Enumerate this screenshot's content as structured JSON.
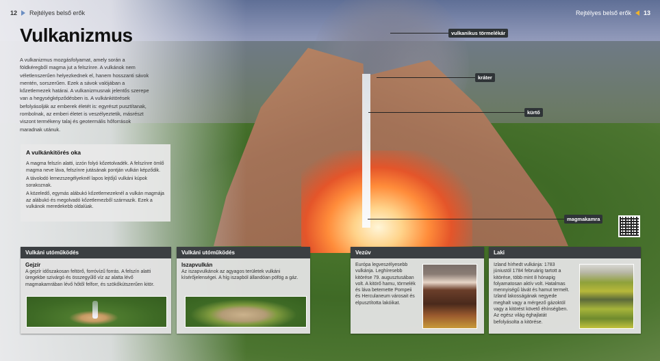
{
  "header": {
    "left": {
      "page_number": "12",
      "section": "Rejtélyes belső erők"
    },
    "right": {
      "page_number": "13",
      "section": "Rejtélyes belső erők"
    }
  },
  "title": "Vulkanizmus",
  "intro": "A vulkanizmus mozgásfolyamat, amely során a földkéregből magma jut a felszínre. A vulkánok nem véletlenszerűen helyezkednek el, hanem hosszanti sávok mentén, sorszerűen. Ezek a sávok valójában a kőzetlemezek határai. A vulkanizmusnak jelentős szerepe van a hegységképződésben is. A vulkánkitörések befolyásolják az emberek életét is: egyrészt pusztítanak, rombolnak, az emberi életet is veszélyeztetik, másrészt viszont termékeny talaj és geotermális hőforrások maradnak utánuk.",
  "cause_box": {
    "title": "A vulkánkitörés oka",
    "paragraphs": [
      "A magma felszín alatti, izzón folyó kőzetolvadék. A felszínre ömlő magma neve láva, felszínre jutásának pontján vulkán képződik.",
      "A távolodó lemezszegélyeknél lapos lejtőjű vulkáni kúpok sorakoznak.",
      "A közeledő, egymás alábukó kőzetlemezeknél a vulkán magmája az alábukó és megolvadó kőzetlemezből származik. Ezek a vulkánok meredekebb oldalúak."
    ]
  },
  "diagram_labels": {
    "debris_column": "vulkanikus törmelékár",
    "crater": "kráter",
    "vent": "kürtő",
    "magma_chamber": "magmakamra"
  },
  "qr_code": "qr-code-icon",
  "cards": [
    {
      "header": "Vulkáni utóműködés",
      "subtitle": "Gejzír",
      "text": "A gejzír időszakosan feltörő, forróvízű forrás. A felszín alatti üregekbe szivárgó és összegyűlő víz az alatta lévő magmakamrában lévő hőtől felforr, és szökőkútszerűen kitör.",
      "image": "geyser-photo"
    },
    {
      "header": "Vulkáni utóműködés",
      "subtitle": "Iszapvulkán",
      "text": "Az iszapvulkánok az agyagos területek vulkáni kísérőjelenségei. A híg iszapból állandóan pöfög a gáz.",
      "image": "mud-volcano-photo"
    },
    {
      "header": "Vezúv",
      "text": "Európa legveszélyesebb vulkánja. Leghíresebb kitörése 79. augusztusában volt. A kitörő hamu, törmelék és láva betemette Pompeii és Herculaneum városait és elpusztította lakóikat.",
      "image": "vesuvius-photo"
    },
    {
      "header": "Laki",
      "text": "Izland hírhedt vulkánja: 1783 júniustól 1784 februárig tartott a kitörése, több mint 8 hónapig folyamatosan aktív volt. Hatalmas mennyiségű lávát és hamut termelt. Izland lakosságának negyede meghalt vagy a mérgező gázoktól vagy a kitörést követő éhínségben. Az egész világ éghajlatát befolyásolta a kitörése.",
      "image": "laki-photo"
    }
  ],
  "colors": {
    "card_header_bg": "#3b3f42",
    "label_bg": "#2f3437",
    "left_arrow": "#6b8ec2",
    "right_arrow": "#f0b32a"
  }
}
